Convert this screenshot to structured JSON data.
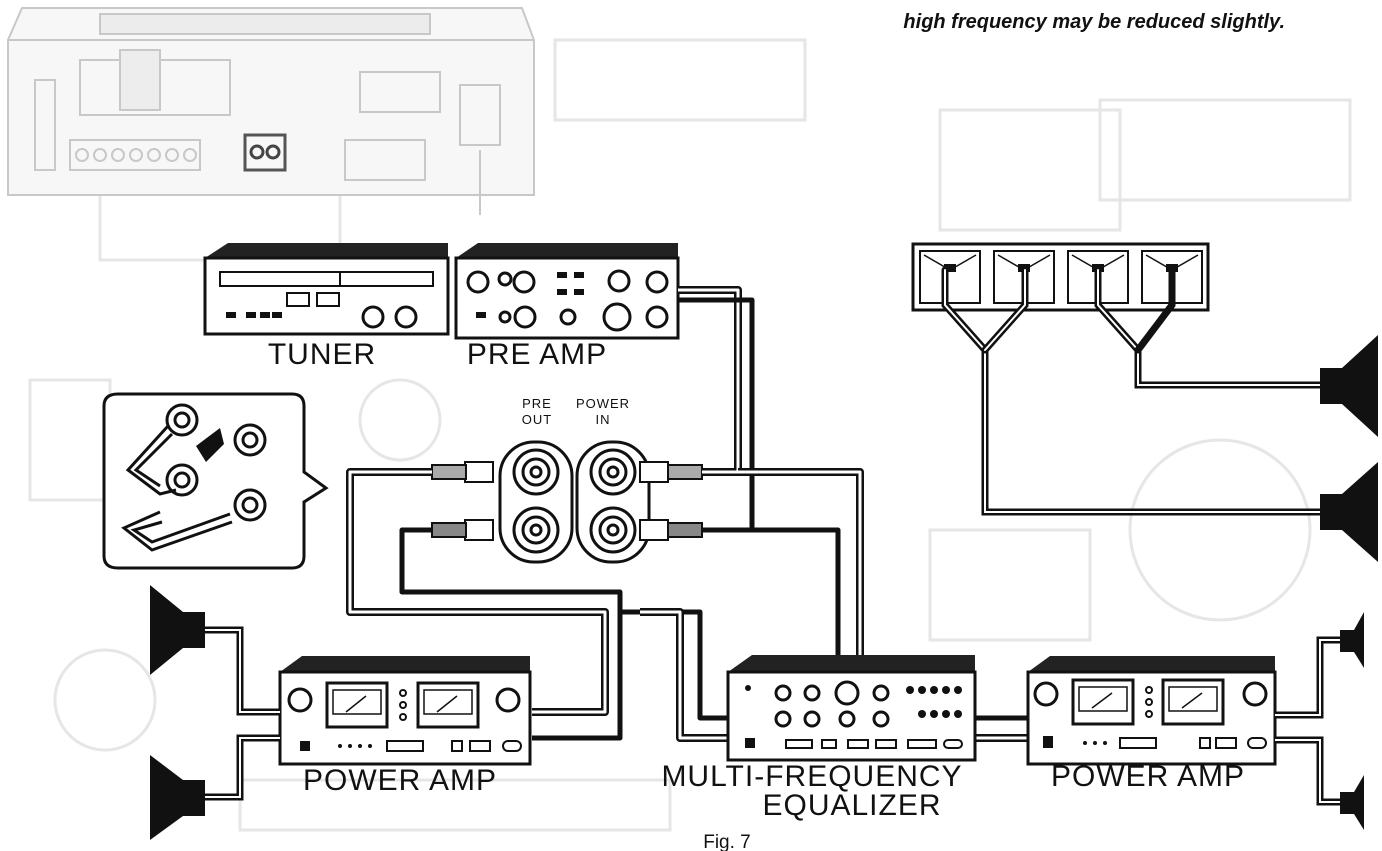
{
  "header_note": "high frequency may be reduced slightly.",
  "labels": {
    "tuner": "TUNER",
    "pre_amp": "PRE AMP",
    "pre_out_1": "PRE",
    "pre_out_2": "OUT",
    "power_in_1": "POWER",
    "power_in_2": "IN",
    "power_amp_left": "POWER AMP",
    "equalizer_1": "MULTI-FREQUENCY",
    "equalizer_2": "EQUALIZER",
    "power_amp_right": "POWER AMP"
  },
  "caption": "Fig. 7"
}
